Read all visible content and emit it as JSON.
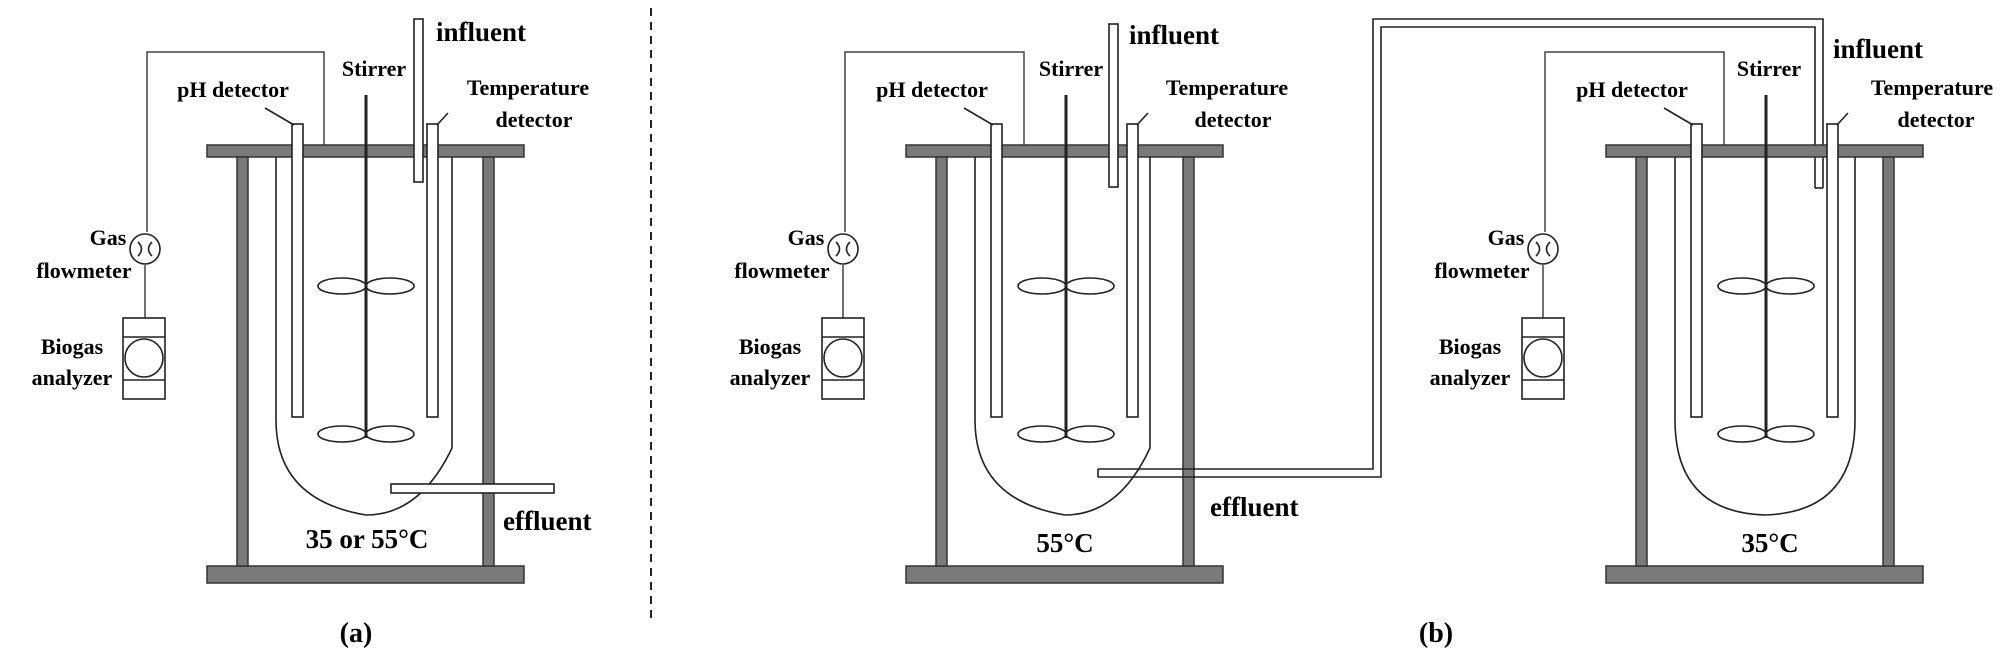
{
  "panel_a": {
    "caption": "(a)",
    "labels": {
      "gas": "Gas",
      "flowmeter": "flowmeter",
      "biogas": "Biogas",
      "analyzer": "analyzer",
      "ph": "pH detector",
      "stirrer": "Stirrer",
      "temperature": "Temperature",
      "detector": "detector",
      "influent": "influent",
      "effluent": "effluent",
      "temp_setting": "35 or 55°C"
    }
  },
  "panel_b": {
    "caption": "(b)",
    "left": {
      "labels": {
        "gas": "Gas",
        "flowmeter": "flowmeter",
        "biogas": "Biogas",
        "analyzer": "analyzer",
        "ph": "pH detector",
        "stirrer": "Stirrer",
        "temperature": "Temperature",
        "detector": "detector",
        "influent": "influent",
        "effluent": "effluent",
        "temp_setting": "55°C"
      }
    },
    "right": {
      "labels": {
        "gas": "Gas",
        "flowmeter": "flowmeter",
        "biogas": "Biogas",
        "analyzer": "analyzer",
        "ph": "pH detector",
        "stirrer": "Stirrer",
        "temperature": "Temperature",
        "detector": "detector",
        "influent": "influent",
        "temp_setting": "35°C"
      }
    }
  },
  "colors": {
    "plate": "#7a7a7a",
    "line": "#444444"
  }
}
